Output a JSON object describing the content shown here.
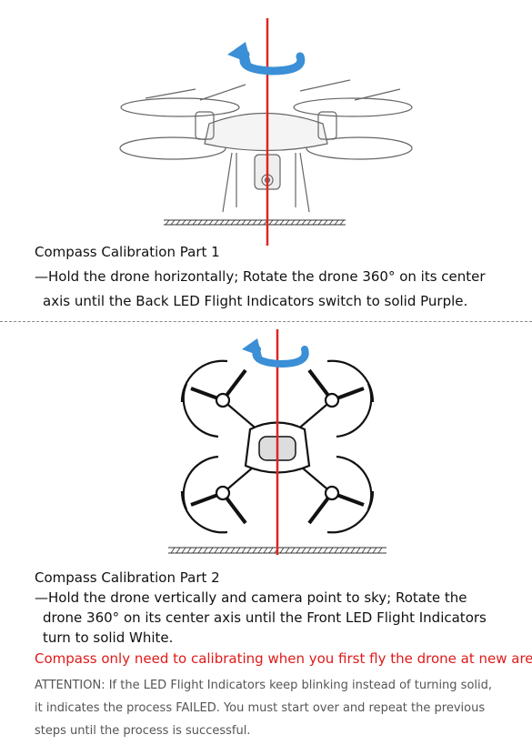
{
  "part1": {
    "title": "Compass Calibration Part 1",
    "line1": "—Hold the drone horizontally; Rotate the drone 360° on its center",
    "line2": "axis until the Back LED Flight Indicators switch to solid Purple."
  },
  "part2": {
    "title": "Compass Calibration Part 2",
    "line1": "—Hold the drone vertically and camera point to sky; Rotate the",
    "line2": "drone 360° on its center axis until the Front LED Flight Indicators",
    "line3": "turn to solid White."
  },
  "warning": "Compass only need to calibrating when you first fly the drone at new area.",
  "attention": {
    "line1": "ATTENTION: If the LED Flight Indicators keep blinking instead of turning solid,",
    "line2": "it indicates the process FAILED. You must start over and repeat the previous",
    "line3": "steps until the process is successful."
  },
  "colors": {
    "axis_line": "#e02424",
    "rotate_arrow": "#3a8fd6",
    "warning_text": "#e01a1a"
  },
  "icons": [
    "rotate-arrow-icon",
    "drone-side-view-illustration",
    "drone-top-view-illustration"
  ]
}
